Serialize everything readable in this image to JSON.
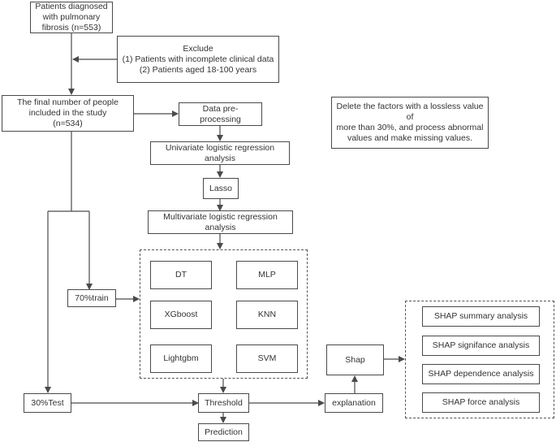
{
  "nodes": {
    "patients": "Patients diagnosed\nwith pulmonary\nfibrosis  (n=553)",
    "exclude_title": "Exclude",
    "exclude_line1": "(1) Patients with incomplete clinical data",
    "exclude_line2": "(2) Patients aged 18-100 years",
    "final_number": "The final number of people\nincluded in the study\n(n=534)",
    "data_preprocessing": "Data pre-processing",
    "note": "Delete the factors with a lossless value of\nmore than 30%, and process abnormal\nvalues and make missing values.",
    "univariate": "Univariate logistic regression analysis",
    "lasso": "Lasso",
    "multivariate": "Multivariate logistic regression analysis",
    "train": "70%train",
    "test": "30%Test",
    "threshold": "Threshold",
    "prediction": "Prediction",
    "explanation": "explanation",
    "shap": "Shap"
  },
  "models": [
    "DT",
    "MLP",
    "XGboost",
    "KNN",
    "Lightgbm",
    "SVM"
  ],
  "shap_analyses": [
    "SHAP summary analysis",
    "SHAP signifance analysis",
    "SHAP dependence analysis",
    "SHAP force analysis"
  ],
  "colors": {
    "line": "#4a4a4a",
    "text": "#333333"
  }
}
